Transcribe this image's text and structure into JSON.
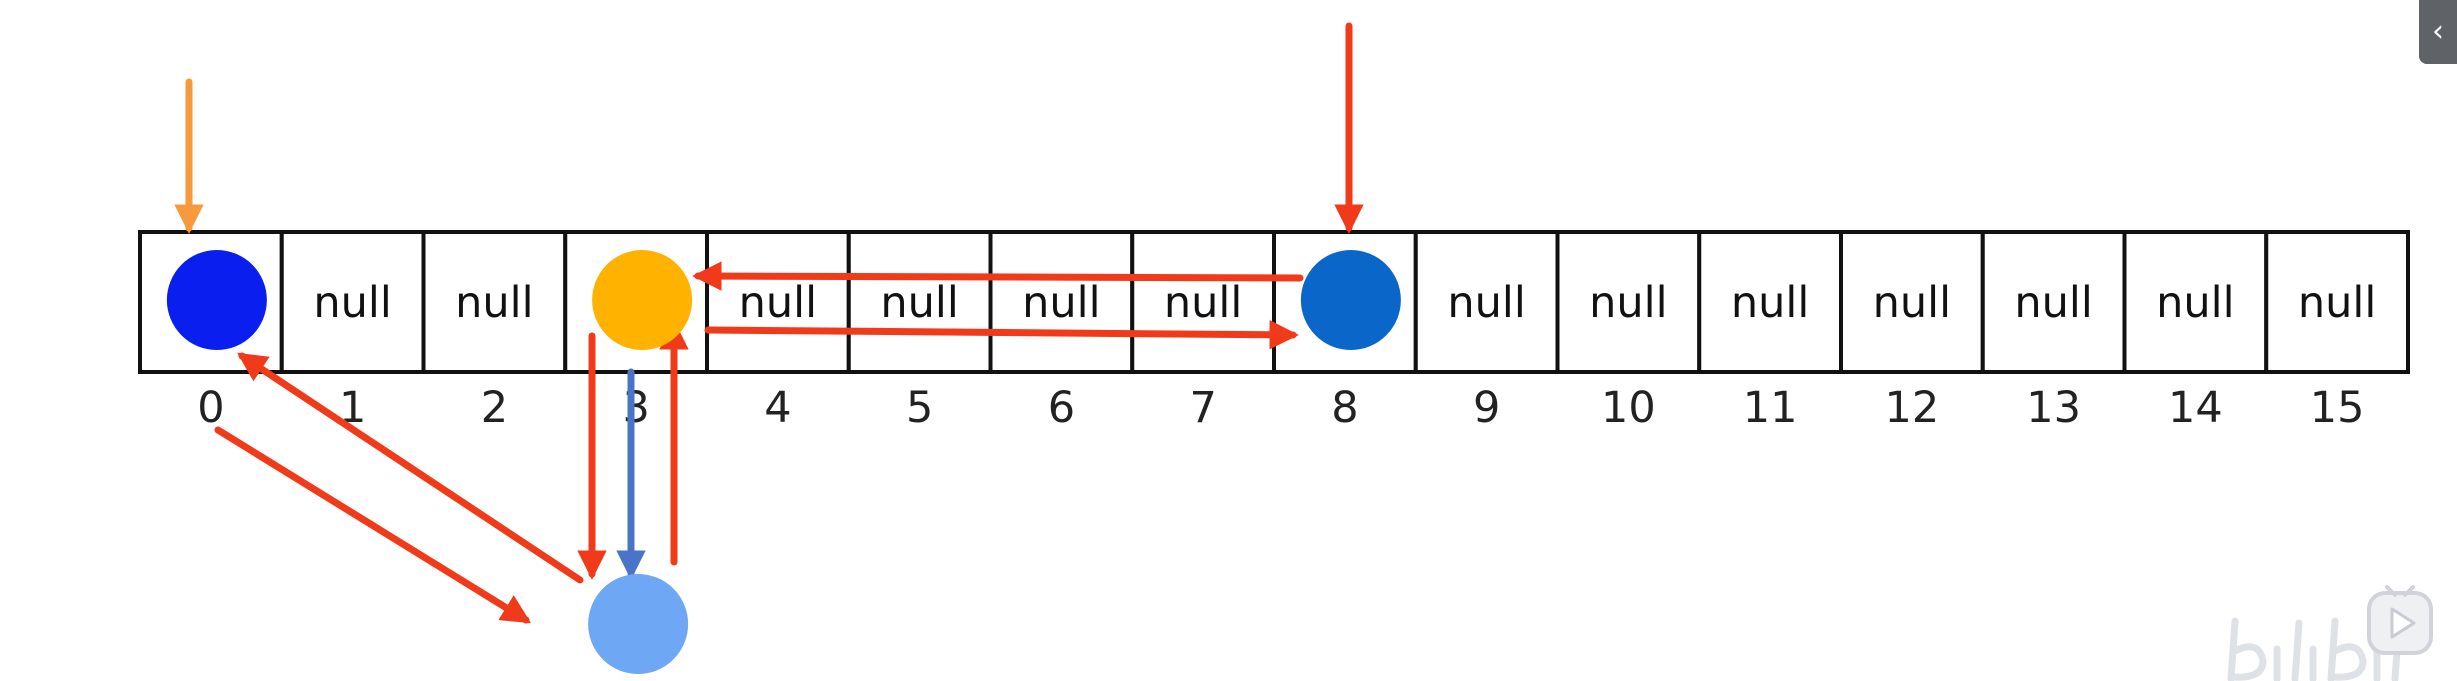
{
  "diagram": {
    "cell_count": 16,
    "cells": [
      "",
      "null",
      "null",
      "",
      "null",
      "null",
      "null",
      "null",
      "",
      "null",
      "null",
      "null",
      "null",
      "null",
      "null",
      "null"
    ],
    "indices": [
      "0",
      "1",
      "2",
      "3",
      "4",
      "5",
      "6",
      "7",
      "8",
      "9",
      "10",
      "11",
      "12",
      "13",
      "14",
      "15"
    ],
    "nodes": [
      {
        "id": "node-0",
        "slot": 0,
        "row": "array",
        "color": "#0a1ef0"
      },
      {
        "id": "node-3",
        "slot": 3,
        "row": "array",
        "color": "#ffb300"
      },
      {
        "id": "node-8",
        "slot": 8,
        "row": "array",
        "color": "#0a66c8"
      },
      {
        "id": "node-chain",
        "slot": 3,
        "row": "below",
        "color": "#6ea8f5"
      }
    ],
    "arrow_colors": {
      "red": "#f03a1a",
      "orange": "#f79a3e",
      "blue": "#4a74c8"
    }
  },
  "ui": {
    "collapse_icon": "chevron-left-icon",
    "collapse_glyph": "‹",
    "watermark_icon": "bilibili-watermark-icon"
  }
}
